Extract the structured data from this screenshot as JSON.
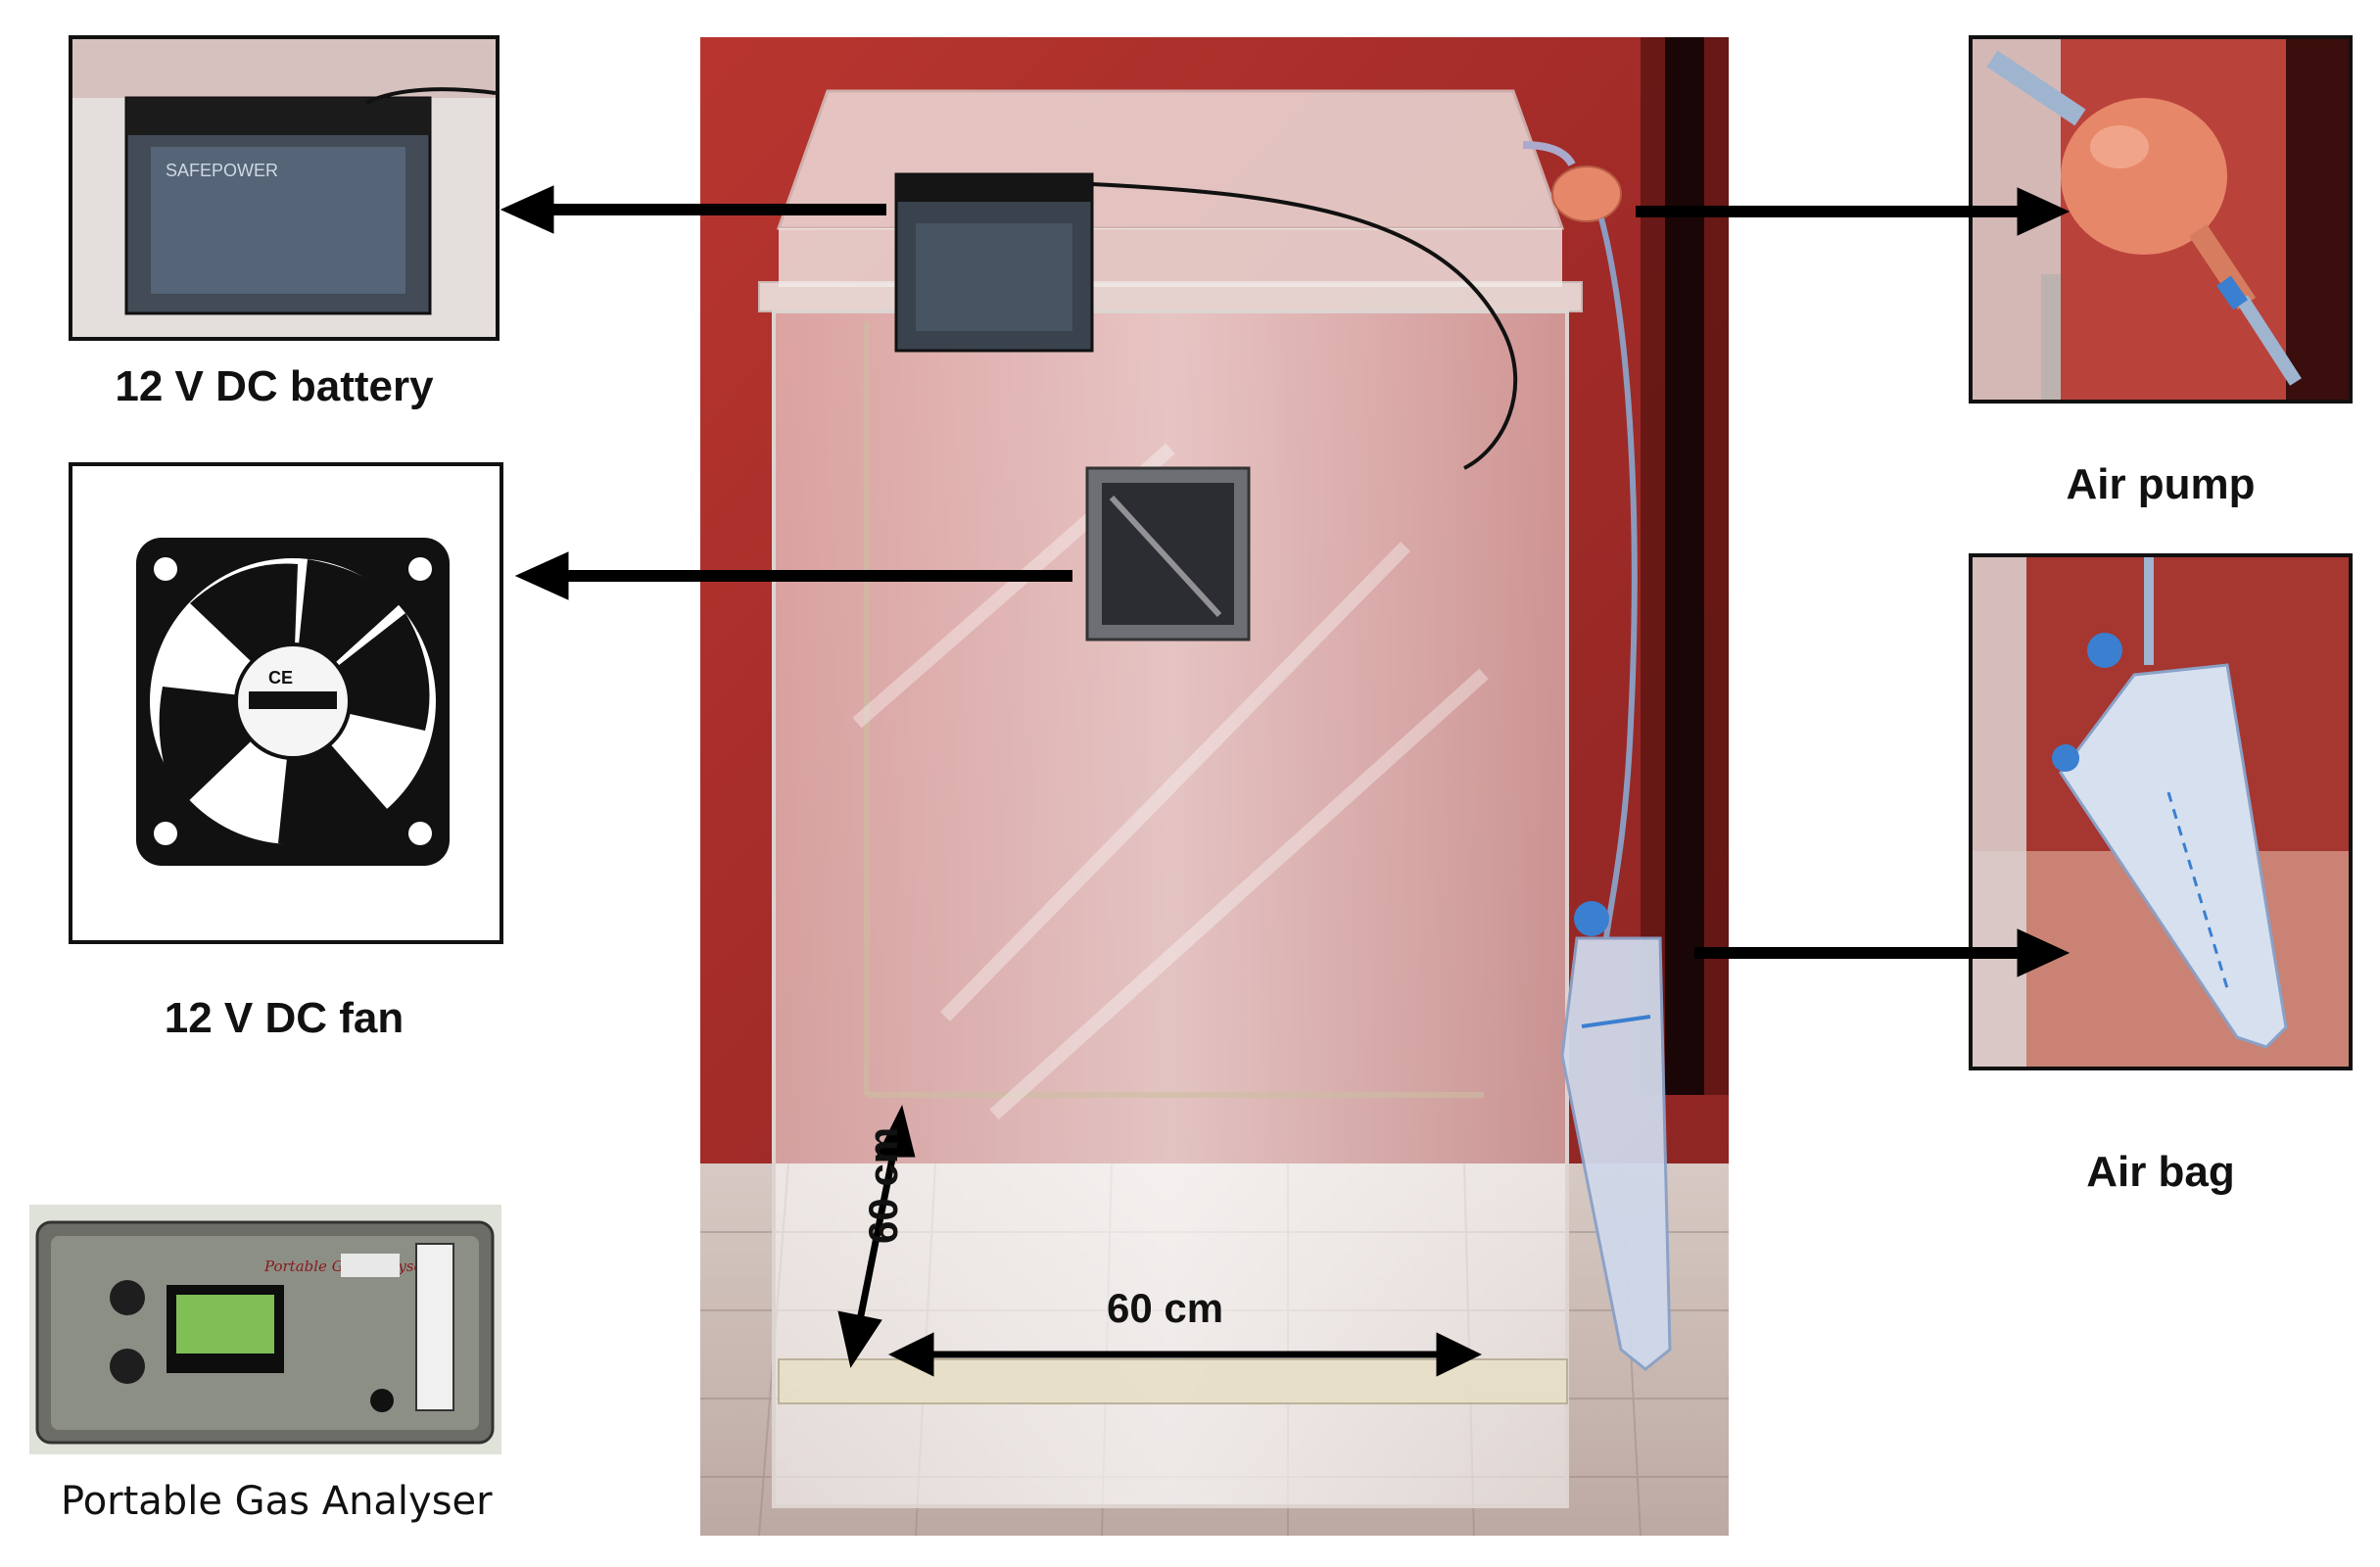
{
  "labels": {
    "battery": "12 V DC battery",
    "fan": "12 V DC fan",
    "air_pump": "Air pump",
    "air_bag": "Air bag",
    "analyser": "Portable Gas Analyser"
  },
  "dimensions": {
    "height": "60 cm",
    "width": "60 cm"
  },
  "details": {
    "battery_brand": "SAFEPOWER",
    "fan_mark": "CE",
    "analyser_panel": "Portable Gas Analyser"
  },
  "colors": {
    "wall": "#a8302c",
    "arrow": "#000000",
    "pump": "#e7876a",
    "bag_tube": "#3a7fd0"
  }
}
